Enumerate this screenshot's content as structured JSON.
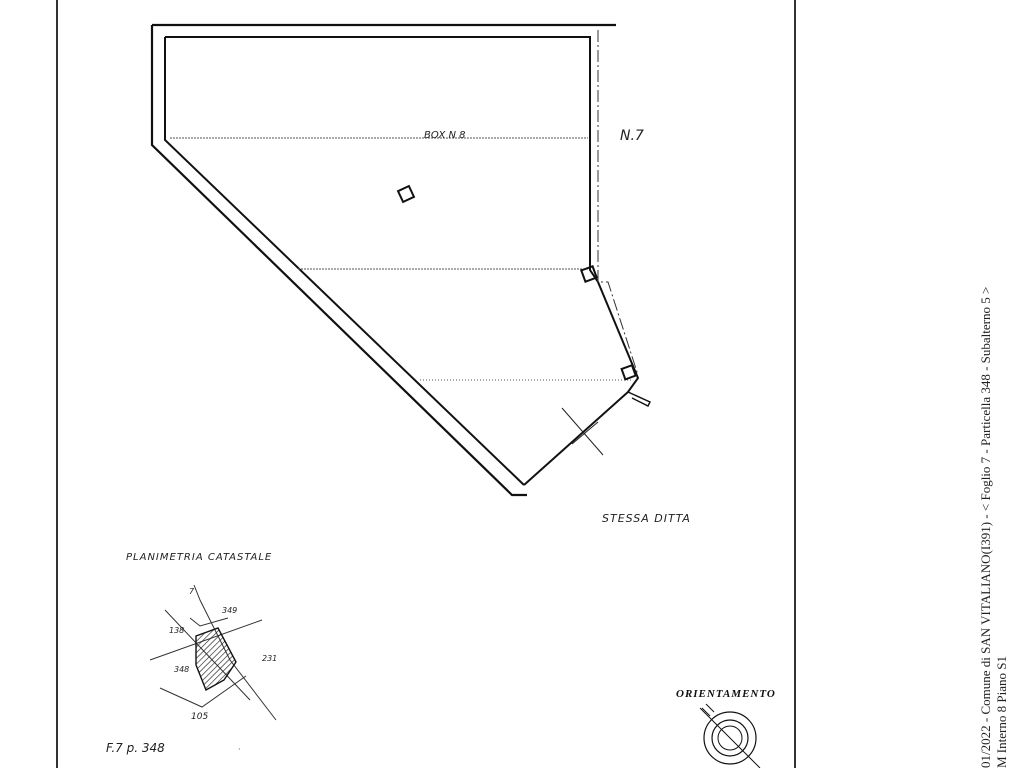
{
  "drawing": {
    "box_label": "BOX N 8",
    "neighbor_label": "N.7",
    "same_owner_label": "STESSA DITTA",
    "cadastral_map_label": "PLANIMETRIA CATASTALE",
    "sheet_ref": "F.7  p. 348",
    "orientation_label": "ORIENTAMENTO",
    "map_numbers": {
      "n7": "7",
      "n349": "349",
      "n138": "138",
      "n348": "348",
      "n231": "231",
      "n105": "105"
    }
  },
  "side_stamp": {
    "line1": "01/2022 - Comune di SAN VITALIANO(I391) - < Foglio 7 - Particella 348 - Subalterno 5 >",
    "line2": "M  Interno 8 Piano S1"
  }
}
